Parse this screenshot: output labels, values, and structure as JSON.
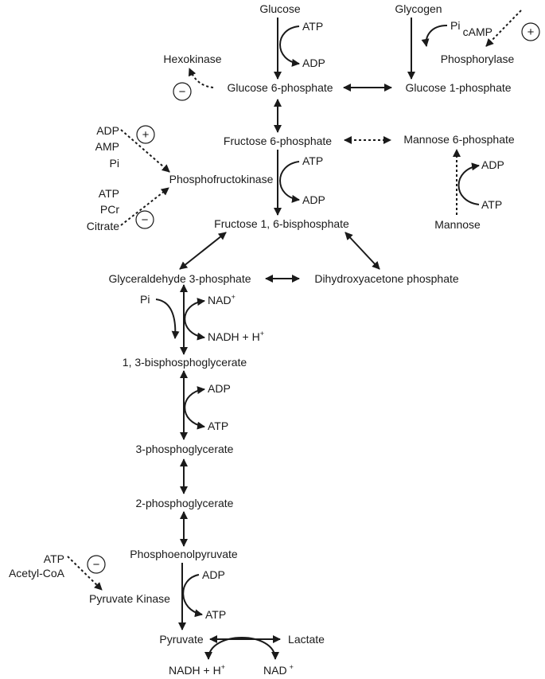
{
  "metabolites": {
    "glucose": "Glucose",
    "glycogen": "Glycogen",
    "glucose6p": "Glucose 6-phosphate",
    "glucose1p": "Glucose 1-phosphate",
    "fructose6p": "Fructose 6-phosphate",
    "mannose6p": "Mannose 6-phosphate",
    "fructose16bp": "Fructose 1, 6-bisphosphate",
    "mannose": "Mannose",
    "g3p": "Glyceraldehyde 3-phosphate",
    "dhap": "Dihydroxyacetone phosphate",
    "bpg13": "1, 3-bisphosphoglycerate",
    "pg3": "3-phosphoglycerate",
    "pg2": "2-phosphoglycerate",
    "pep": "Phosphoenolpyruvate",
    "pyruvate": "Pyruvate",
    "lactate": "Lactate"
  },
  "enzymes": {
    "hexokinase": "Hexokinase",
    "phosphorylase": "Phosphorylase",
    "pfk": "Phosphofructokinase",
    "pyruvate_kinase": "Pyruvate Kinase"
  },
  "cofactors": {
    "glucose_atp": "ATP",
    "glucose_adp": "ADP",
    "glycogen_pi": "Pi",
    "camp": "cAMP",
    "pfk_atp": "ATP",
    "pfk_adp": "ADP",
    "mannose_adp": "ADP",
    "mannose_atp": "ATP",
    "g3p_pi": "Pi",
    "g3p_nad": "NAD",
    "g3p_nad_sup": "+",
    "g3p_nadh": "NADH + H",
    "g3p_nadh_sup": "+",
    "bpg_adp": "ADP",
    "bpg_atp": "ATP",
    "pk_adp": "ADP",
    "pk_atp": "ATP",
    "ldh_nadh": "NADH + H",
    "ldh_nadh_sup": "+",
    "ldh_nad": "NAD",
    "ldh_nad_sup": "+"
  },
  "effectors": {
    "pfk_activators": [
      "ADP",
      "AMP",
      "Pi"
    ],
    "pfk_inhibitors": [
      "ATP",
      "PCr",
      "Citrate"
    ],
    "pk_inhibitors": [
      "ATP",
      "Acetyl-CoA"
    ],
    "plus_symbol": "+",
    "minus_symbol": "−"
  }
}
